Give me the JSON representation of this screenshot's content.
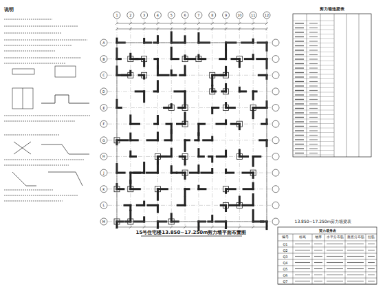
{
  "diagram": {
    "title": "15号住宅楼13.850~17.250m剪力墙平面布置图",
    "labels": [
      "说明",
      "剪力墙连梁表",
      "13.850~17.250m剪力墙梁表",
      "剪力墙身表",
      "编号",
      "标高",
      "墙厚",
      "水平分布筋",
      "垂直分布筋",
      "拉筋",
      "Q1",
      "Q2",
      "Q3",
      "Q4",
      "Q5",
      "Q6",
      "Q7",
      "1",
      "2",
      "3",
      "4",
      "5",
      "6",
      "7",
      "8",
      "9",
      "10",
      "11",
      "12",
      "A",
      "B",
      "C",
      "D",
      "E",
      "F",
      "G",
      "H",
      "J",
      "K",
      "L",
      "M"
    ]
  }
}
